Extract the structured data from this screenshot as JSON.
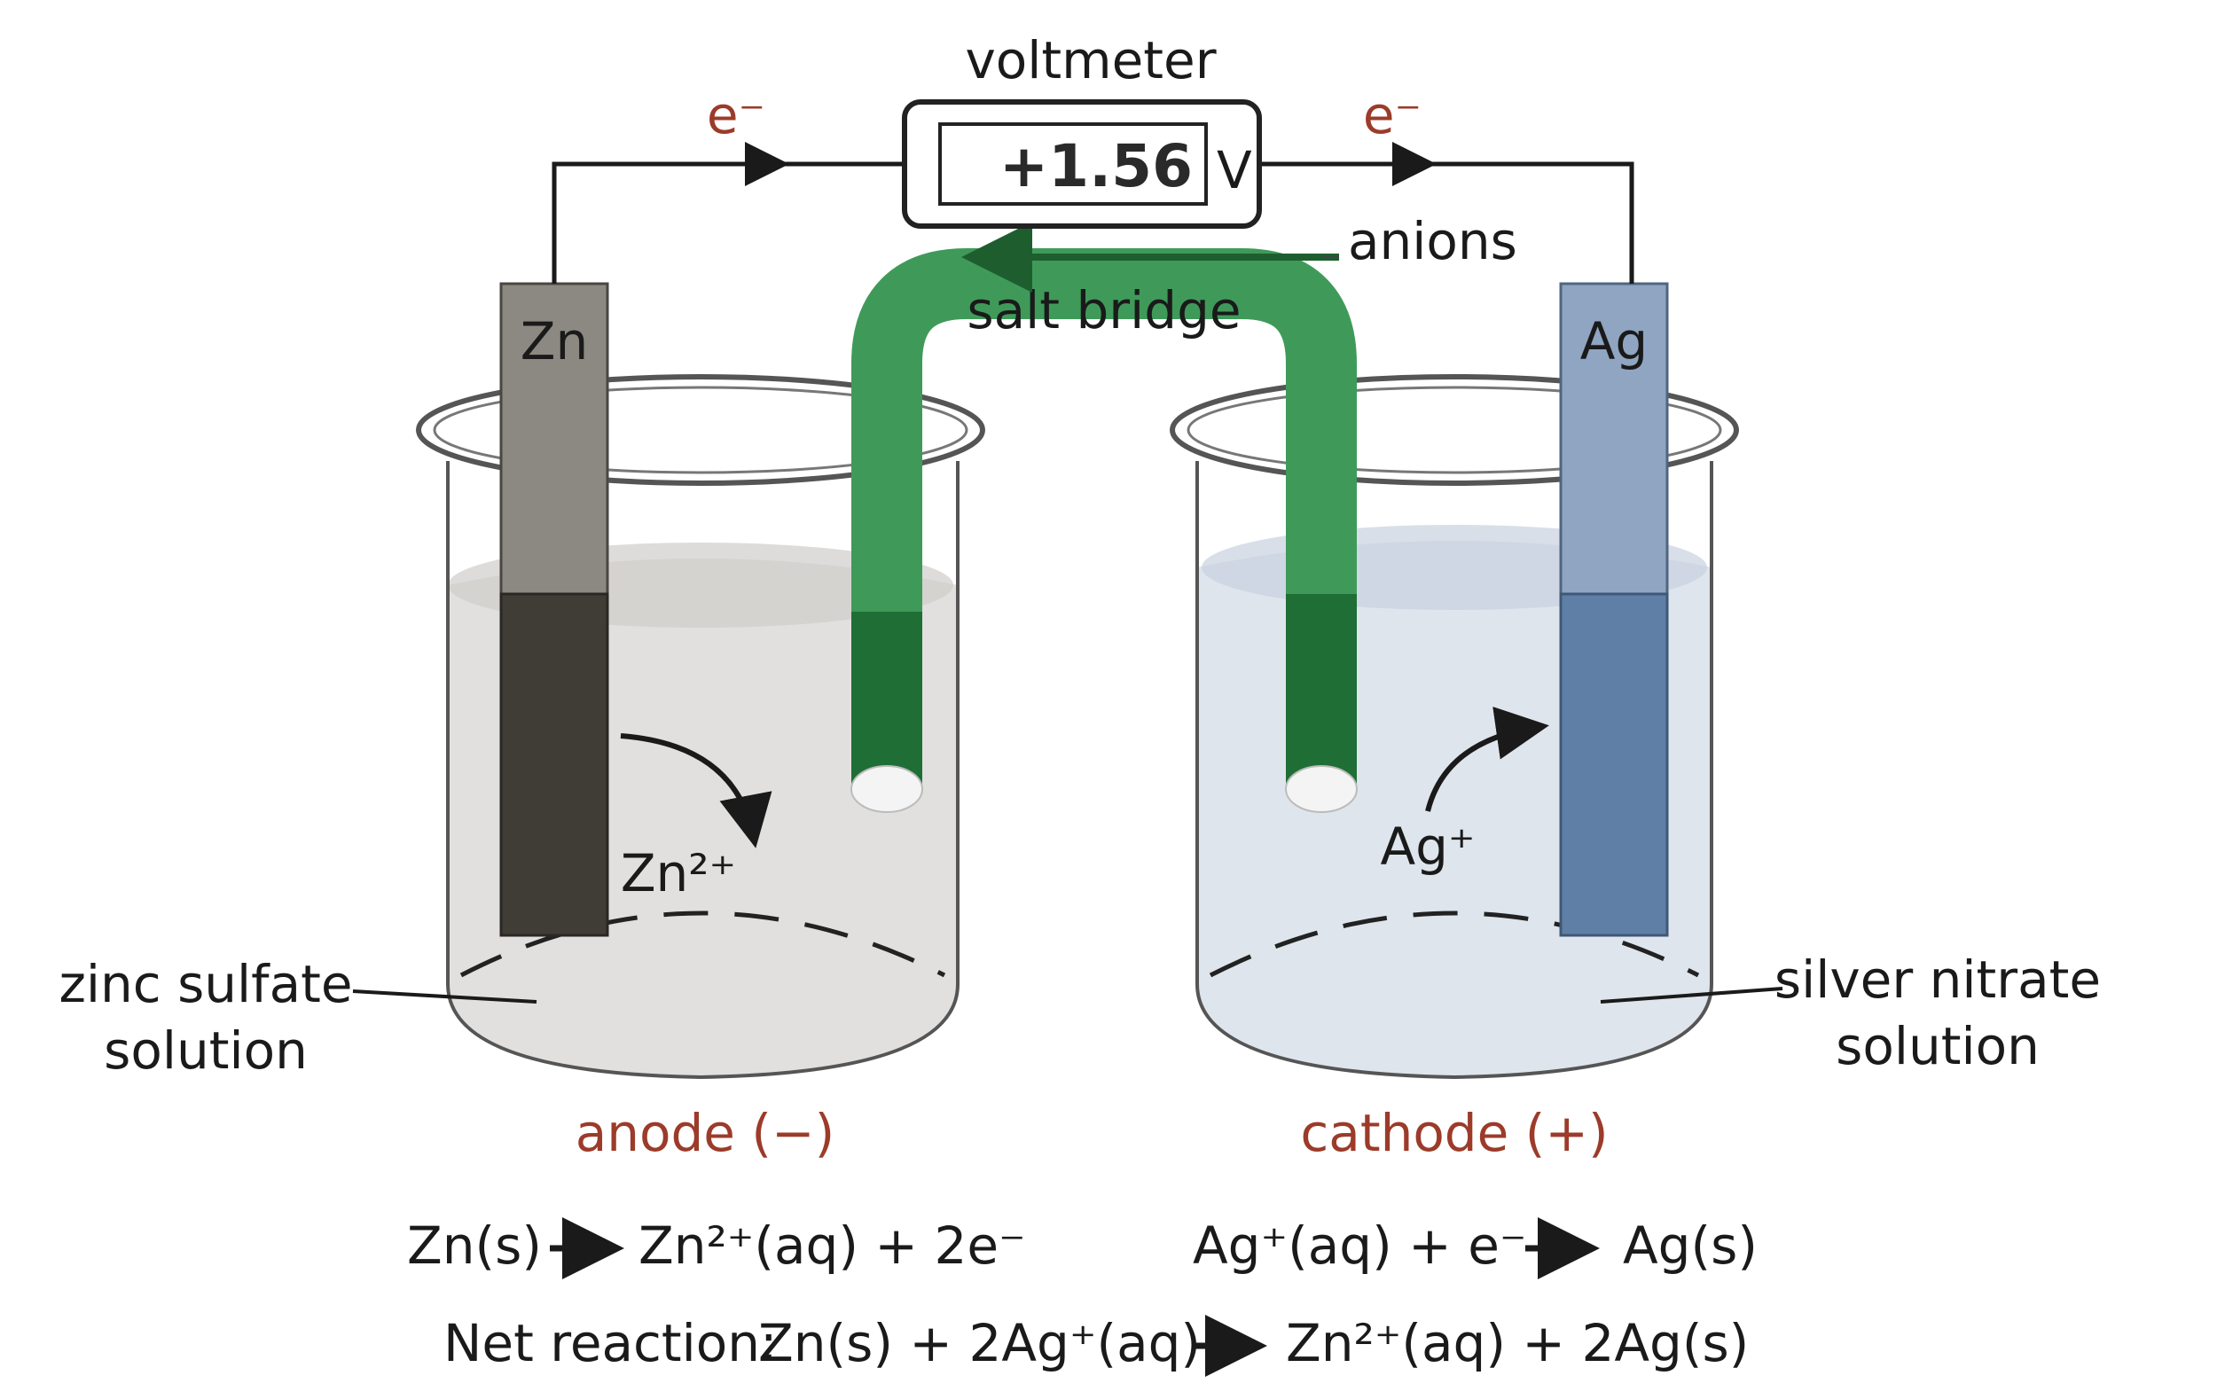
{
  "voltmeter": {
    "title": "voltmeter",
    "reading": "+1.56",
    "unit": "V"
  },
  "electron_label": "e⁻",
  "salt_bridge": {
    "label": "salt bridge",
    "flow_label": "anions"
  },
  "anode": {
    "electrode": "Zn",
    "ion": "Zn²⁺",
    "solution_line1": "zinc sulfate",
    "solution_line2": "solution",
    "caption": "anode (−)",
    "half_reaction_left": "Zn(s)",
    "half_reaction_right": "Zn²⁺(aq) + 2e⁻"
  },
  "cathode": {
    "electrode": "Ag",
    "ion": "Ag⁺",
    "solution_line1": "silver nitrate",
    "solution_line2": "solution",
    "caption": "cathode (+)",
    "half_reaction_left": "Ag⁺(aq) + e⁻",
    "half_reaction_right": "Ag(s)"
  },
  "net_reaction": {
    "prefix": "Net reaction:",
    "left": "Zn(s) + 2Ag⁺(aq)",
    "right": "Zn²⁺(aq) + 2Ag(s)"
  },
  "colors": {
    "zinc": "#8c8882",
    "zinc_submerged": "#403d37",
    "silver": "#8fa5c2",
    "silver_submerged": "#5f7fa6",
    "salt_bridge": "#3f9a5a",
    "salt_bridge_submerged": "#1f6e36",
    "electron_red": "#9c3b2a",
    "anions_green": "#1e5e2e"
  }
}
